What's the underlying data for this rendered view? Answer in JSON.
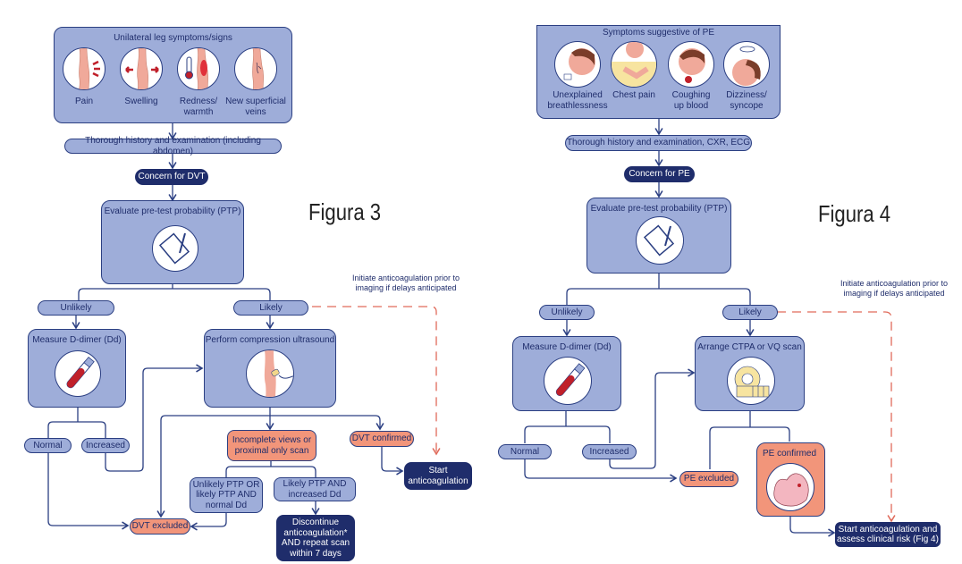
{
  "figure3": {
    "label": "Figura 3",
    "symptoms_title": "Unilateral leg symptoms/signs",
    "symptoms": [
      {
        "icon": "leg-pain-icon",
        "label": "Pain"
      },
      {
        "icon": "leg-swelling-icon",
        "label": "Swelling"
      },
      {
        "icon": "leg-redness-icon",
        "label": "Redness/\nwarmth"
      },
      {
        "icon": "leg-veins-icon",
        "label": "New superficial\nveins"
      }
    ],
    "history": "Thorough history and examination (including abdomen)",
    "concern": "Concern for DVT",
    "ptp": "Evaluate pre-test probability (PTP)",
    "unlikely": "Unlikely",
    "likely": "Likely",
    "note": "Initiate anticoagulation prior to imaging if delays anticipated",
    "ddimer": "Measure D-dimer (Dd)",
    "normal": "Normal",
    "increased": "Increased",
    "ultrasound": "Perform compression ultrasound",
    "incomplete": "Incomplete views or proximal only scan",
    "dvt_confirmed": "DVT confirmed",
    "start": "Start anticoagulation",
    "unlikely_ptp": "Unlikely PTP OR likely PTP AND normal Dd",
    "likely_ptp": "Likely PTP AND increased Dd",
    "dvt_excluded": "DVT excluded",
    "discontinue": "Discontinue anticoagulation* AND repeat scan within 7 days"
  },
  "figure4": {
    "label": "Figura 4",
    "symptoms_title": "Symptoms suggestive of PE",
    "symptoms": [
      {
        "icon": "breathlessness-icon",
        "label": "Unexplained\nbreathlessness"
      },
      {
        "icon": "chest-pain-icon",
        "label": "Chest pain"
      },
      {
        "icon": "coughing-blood-icon",
        "label": "Coughing\nup blood"
      },
      {
        "icon": "dizziness-icon",
        "label": "Dizziness/\nsyncope"
      }
    ],
    "history": "Thorough history and examination, CXR, ECG",
    "concern": "Concern for PE",
    "ptp": "Evaluate pre-test probability (PTP)",
    "unlikely": "Unlikely",
    "likely": "Likely",
    "note": "Initiate anticoagulation prior to imaging if delays anticipated",
    "ddimer": "Measure D-dimer (Dd)",
    "normal": "Normal",
    "increased": "Increased",
    "ctpa": "Arrange CTPA or VQ scan",
    "pe_excluded": "PE excluded",
    "pe_confirmed": "PE confirmed",
    "start": "Start anticoagulation and assess clinical risk (Fig 4)"
  },
  "colors": {
    "box_fill": "#9eadd9",
    "outline": "#2b3f82",
    "dark": "#1f2d6b",
    "salmon": "#f2957a",
    "dashed": "#e06a5a"
  }
}
